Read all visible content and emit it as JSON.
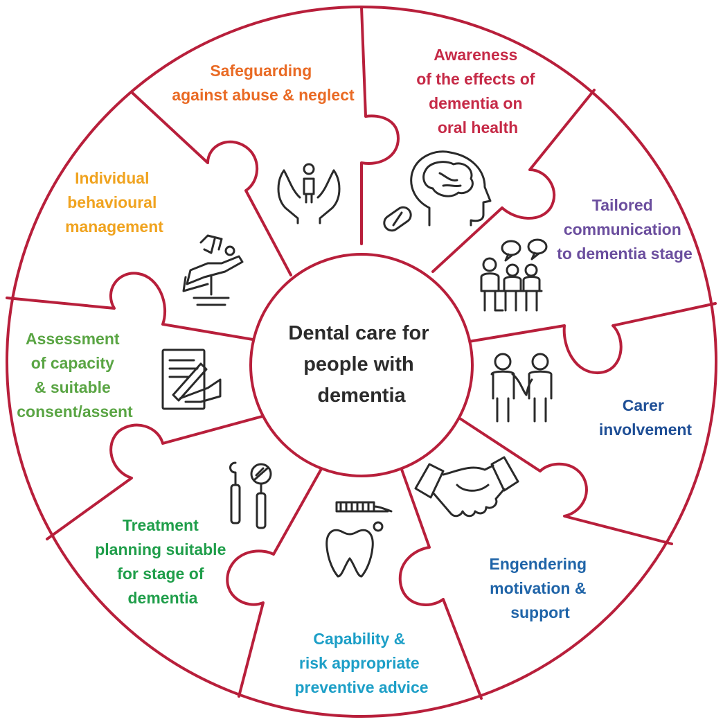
{
  "diagram": {
    "outline_color": "#b81f3b",
    "center": {
      "lines": [
        "Dental care for",
        "people with",
        "dementia"
      ]
    },
    "segments": [
      {
        "key": "safeguarding",
        "color": "#e96a24",
        "icon": "caring-hands-icon",
        "lines": [
          "Safeguarding",
          "against abuse & neglect"
        ]
      },
      {
        "key": "awareness",
        "color": "#c62a47",
        "icon": "brain-head-pill-icon",
        "lines": [
          "Awareness",
          "of the effects of",
          "dementia on",
          "oral health"
        ]
      },
      {
        "key": "tailored",
        "color": "#6b4e9e",
        "icon": "group-conversation-icon",
        "lines": [
          "Tailored",
          "communication",
          "to dementia stage"
        ]
      },
      {
        "key": "carer",
        "color": "#1f4f96",
        "icon": "two-people-icon",
        "lines": [
          "Carer",
          "involvement"
        ]
      },
      {
        "key": "engendering",
        "color": "#1f64a8",
        "icon": "handshake-icon",
        "lines": [
          "Engendering",
          "motivation &",
          "support"
        ]
      },
      {
        "key": "capability",
        "color": "#1d9fc7",
        "icon": "tooth-toothbrush-icon",
        "lines": [
          "Capability &",
          "risk appropriate",
          "preventive advice"
        ]
      },
      {
        "key": "treatment",
        "color": "#1f9e4a",
        "icon": "dental-instruments-icon",
        "lines": [
          "Treatment",
          "planning suitable",
          "for stage of",
          "dementia"
        ]
      },
      {
        "key": "assessment",
        "color": "#5aa544",
        "icon": "consent-form-icon",
        "lines": [
          "Assessment",
          "of capacity",
          "& suitable",
          "consent/assent"
        ]
      },
      {
        "key": "individual",
        "color": "#f0a31f",
        "icon": "dental-chair-icon",
        "lines": [
          "Individual",
          "behavioural",
          "management"
        ]
      }
    ]
  }
}
